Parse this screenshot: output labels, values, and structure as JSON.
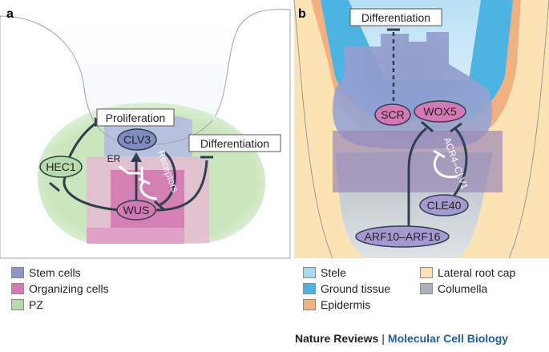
{
  "panel_a": {
    "letter": "a",
    "labels": {
      "proliferation": "Proliferation",
      "differentiation": "Differentiation",
      "clv3": "CLV3",
      "hec1": "HEC1",
      "er": "ER",
      "receptors": "Receptors",
      "wus": "WUS"
    }
  },
  "panel_b": {
    "letter": "b",
    "labels": {
      "differentiation": "Differentiation",
      "scr": "SCR",
      "wox5": "WOX5",
      "acr4_clv1": "ACR4–CLV1",
      "cle40": "CLE40",
      "arf": "ARF10–ARF16"
    }
  },
  "legend_a": [
    {
      "label": "Stem cells",
      "color": "#8e96c6"
    },
    {
      "label": "Organizing cells",
      "color": "#d67bb6"
    },
    {
      "label": "PZ",
      "color": "#b6dcab"
    }
  ],
  "legend_b": [
    {
      "label": "Stele",
      "color": "#a8d8ef"
    },
    {
      "label": "Ground tissue",
      "color": "#4db3e0"
    },
    {
      "label": "Epidermis",
      "color": "#f2b27f"
    },
    {
      "label": "Lateral root cap",
      "color": "#fce3b5"
    },
    {
      "label": "Columella",
      "color": "#a9b3bb"
    }
  ],
  "footer": {
    "journal": "Nature Reviews",
    "separator": "|",
    "section": "Molecular Cell Biology"
  }
}
